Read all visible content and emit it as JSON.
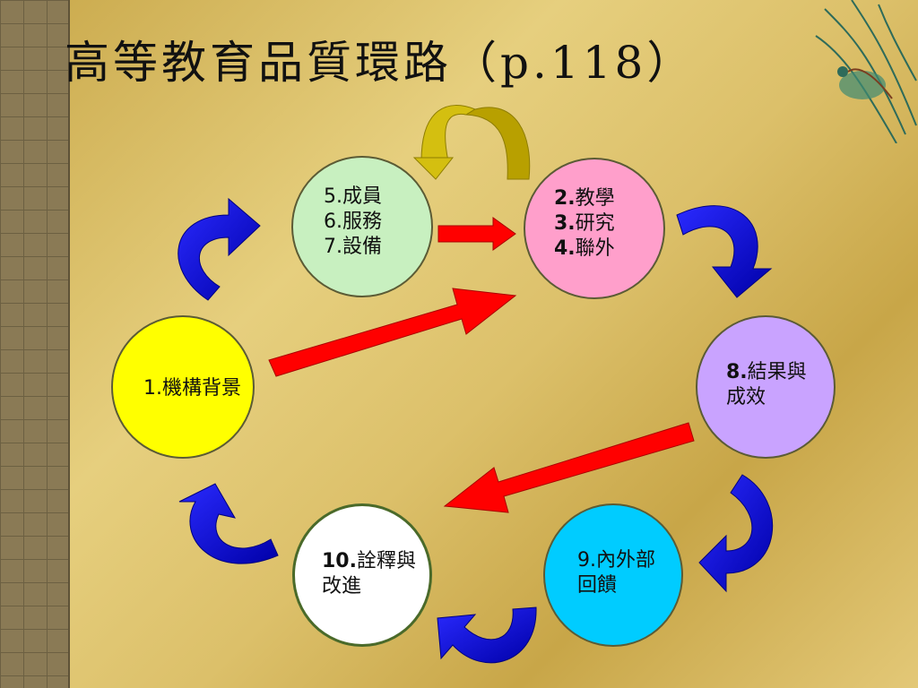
{
  "title": "高等教育品質環路（p.118）",
  "nodes": {
    "n5": {
      "lines": [
        {
          "num": "5.",
          "text": "成員"
        },
        {
          "num": "6.",
          "text": "服務"
        },
        {
          "num": "7.",
          "text": "設備"
        }
      ],
      "fill": "#c8f0c0"
    },
    "n2": {
      "lines": [
        {
          "num": "2.",
          "text": "教學"
        },
        {
          "num": "3.",
          "text": "研究"
        },
        {
          "num": "4.",
          "text": "聯外"
        }
      ],
      "fill": "#ff9fcb"
    },
    "n1": {
      "lines": [
        {
          "num": "1.",
          "text": "機構背景"
        }
      ],
      "fill": "#ffff00"
    },
    "n8": {
      "lines": [
        {
          "num": "8.",
          "text": "結果與"
        },
        {
          "num": "",
          "text": "成效"
        }
      ],
      "fill": "#c9a3ff"
    },
    "n10": {
      "lines": [
        {
          "num": "10.",
          "text": "詮釋與"
        },
        {
          "num": "",
          "text": "改進"
        }
      ],
      "fill": "#ffffff"
    },
    "n9": {
      "lines": [
        {
          "num": "9.",
          "text": "內外部"
        },
        {
          "num": "",
          "text": "回饋"
        }
      ],
      "fill": "#00ccff"
    }
  },
  "colors": {
    "curved_blue": "#1010d0",
    "straight_red": "#ff0000",
    "top_loop": "#c9b800"
  }
}
